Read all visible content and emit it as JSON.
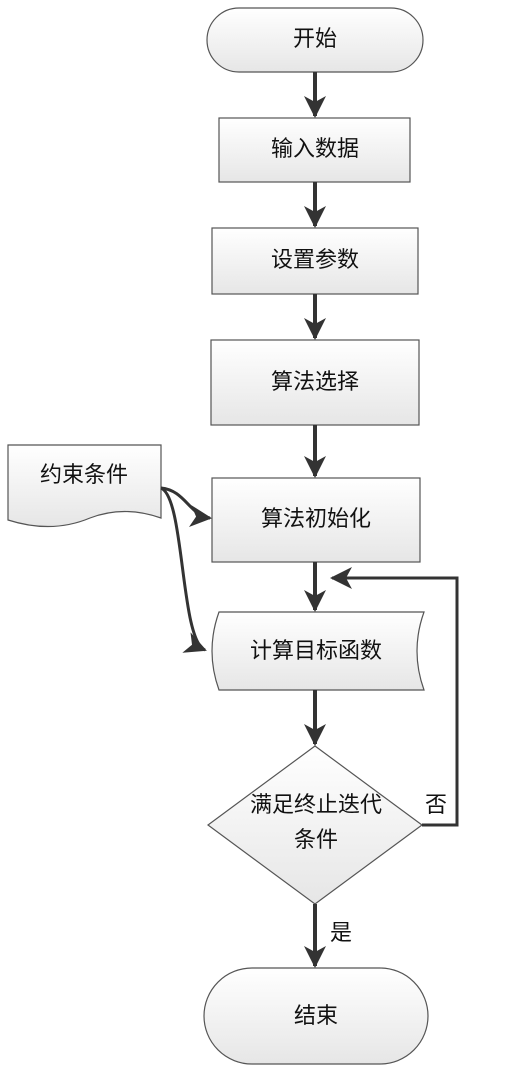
{
  "diagram": {
    "nodes": {
      "start": "开始",
      "input": "输入数据",
      "params": "设置参数",
      "select": "算法选择",
      "init": "算法初始化",
      "constraint": "约束条件",
      "compute": "计算目标函数",
      "condition_line1": "满足终止迭代",
      "condition_line2": "条件",
      "end": "结束"
    },
    "edges": {
      "no_label": "否",
      "yes_label": "是"
    }
  }
}
